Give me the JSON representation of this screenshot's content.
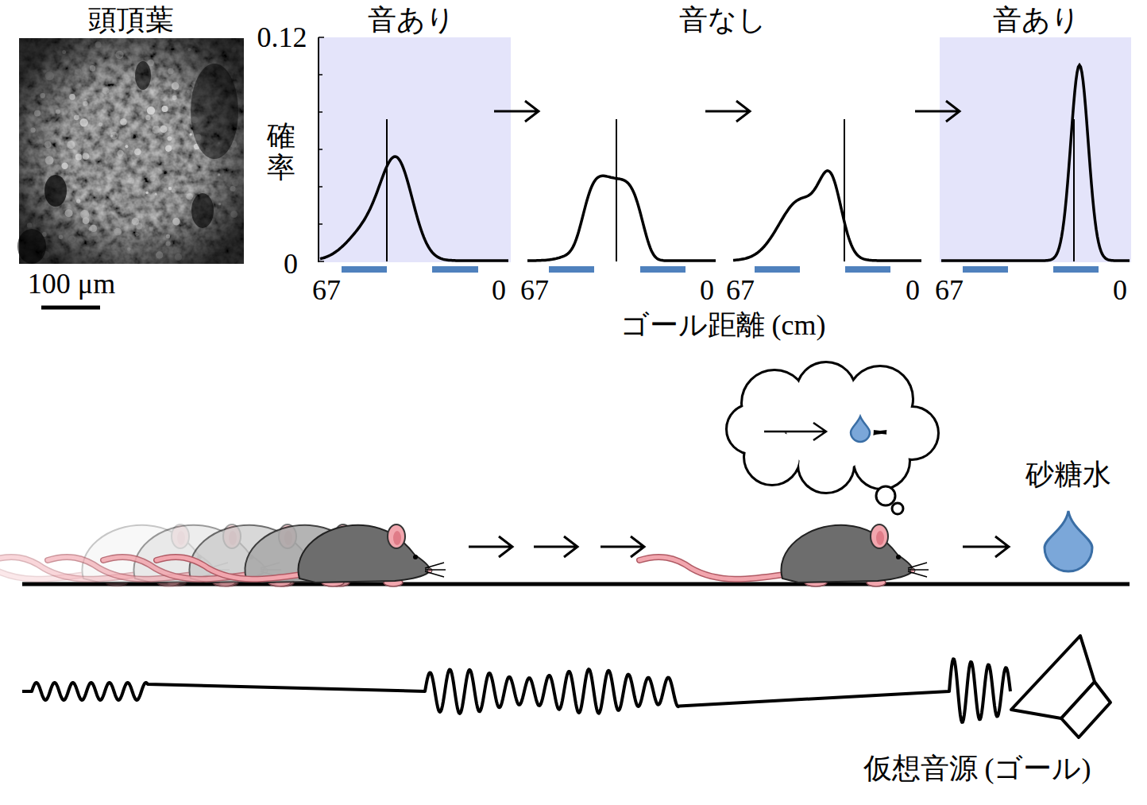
{
  "diagram": {
    "labels": [
      "頭頂葉",
      "音あり",
      "音なし",
      "音あり",
      "0.12",
      "確率",
      "0",
      "100 μm",
      "67",
      "0",
      "67",
      "0",
      "67",
      "0",
      "67",
      "0",
      "ゴール距離 (cm)",
      "砂糖水",
      "仮想音源 (ゴール)"
    ]
  }
}
